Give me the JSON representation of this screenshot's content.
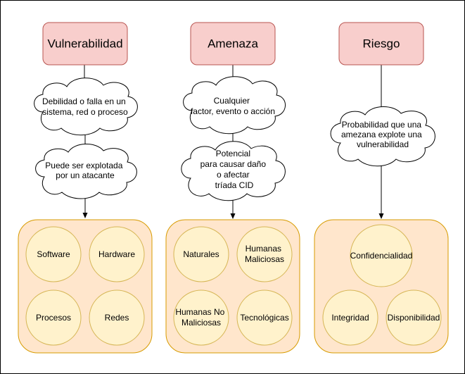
{
  "columns": [
    {
      "header": "Vulnerabilidad",
      "clouds": [
        [
          "Debilidad o falla en un",
          "sistema, red o proceso"
        ],
        [
          "Puede ser explotada",
          "por un atacante"
        ]
      ],
      "items": [
        [
          "Software"
        ],
        [
          "Hardware"
        ],
        [
          "Procesos"
        ],
        [
          "Redes"
        ]
      ]
    },
    {
      "header": "Amenaza",
      "clouds": [
        [
          "Cualquier",
          "factor, evento o acción"
        ],
        [
          "Potencial",
          "para causar daño",
          "o afectar",
          "tríada CID"
        ]
      ],
      "items": [
        [
          "Naturales"
        ],
        [
          "Humanas",
          "Maliciosas"
        ],
        [
          "Humanas No",
          "Maliciosas"
        ],
        [
          "Tecnológicas"
        ]
      ]
    },
    {
      "header": "Riesgo",
      "clouds": [
        [
          "Probabilidad que una",
          "amezana explote una",
          "vulnerabilidad"
        ]
      ],
      "items": [
        [
          "Confidencialidad"
        ],
        [
          "Integridad"
        ],
        [
          "Disponibilidad"
        ]
      ]
    }
  ]
}
